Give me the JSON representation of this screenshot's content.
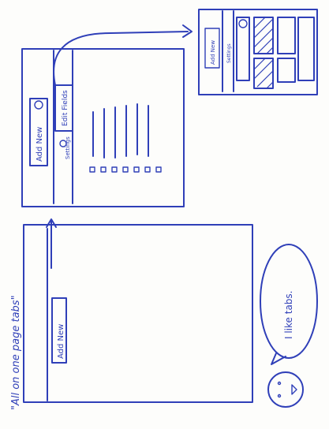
{
  "annotation_top": "\"All on one page tabs\"",
  "speech_bubble": "I like tabs.",
  "top_sketch": {
    "add_new_button": "Add New",
    "edit_fields_tab": "Edit Fields",
    "settings_tab": "Settings"
  },
  "zoom_panel": {
    "add_new_button": "Add New",
    "settings_label": "Settings"
  },
  "bottom_sketch": {
    "add_new_button": "Add New"
  },
  "colors": {
    "ink": "#2f3fb8",
    "paper": "#fdfdfb"
  }
}
